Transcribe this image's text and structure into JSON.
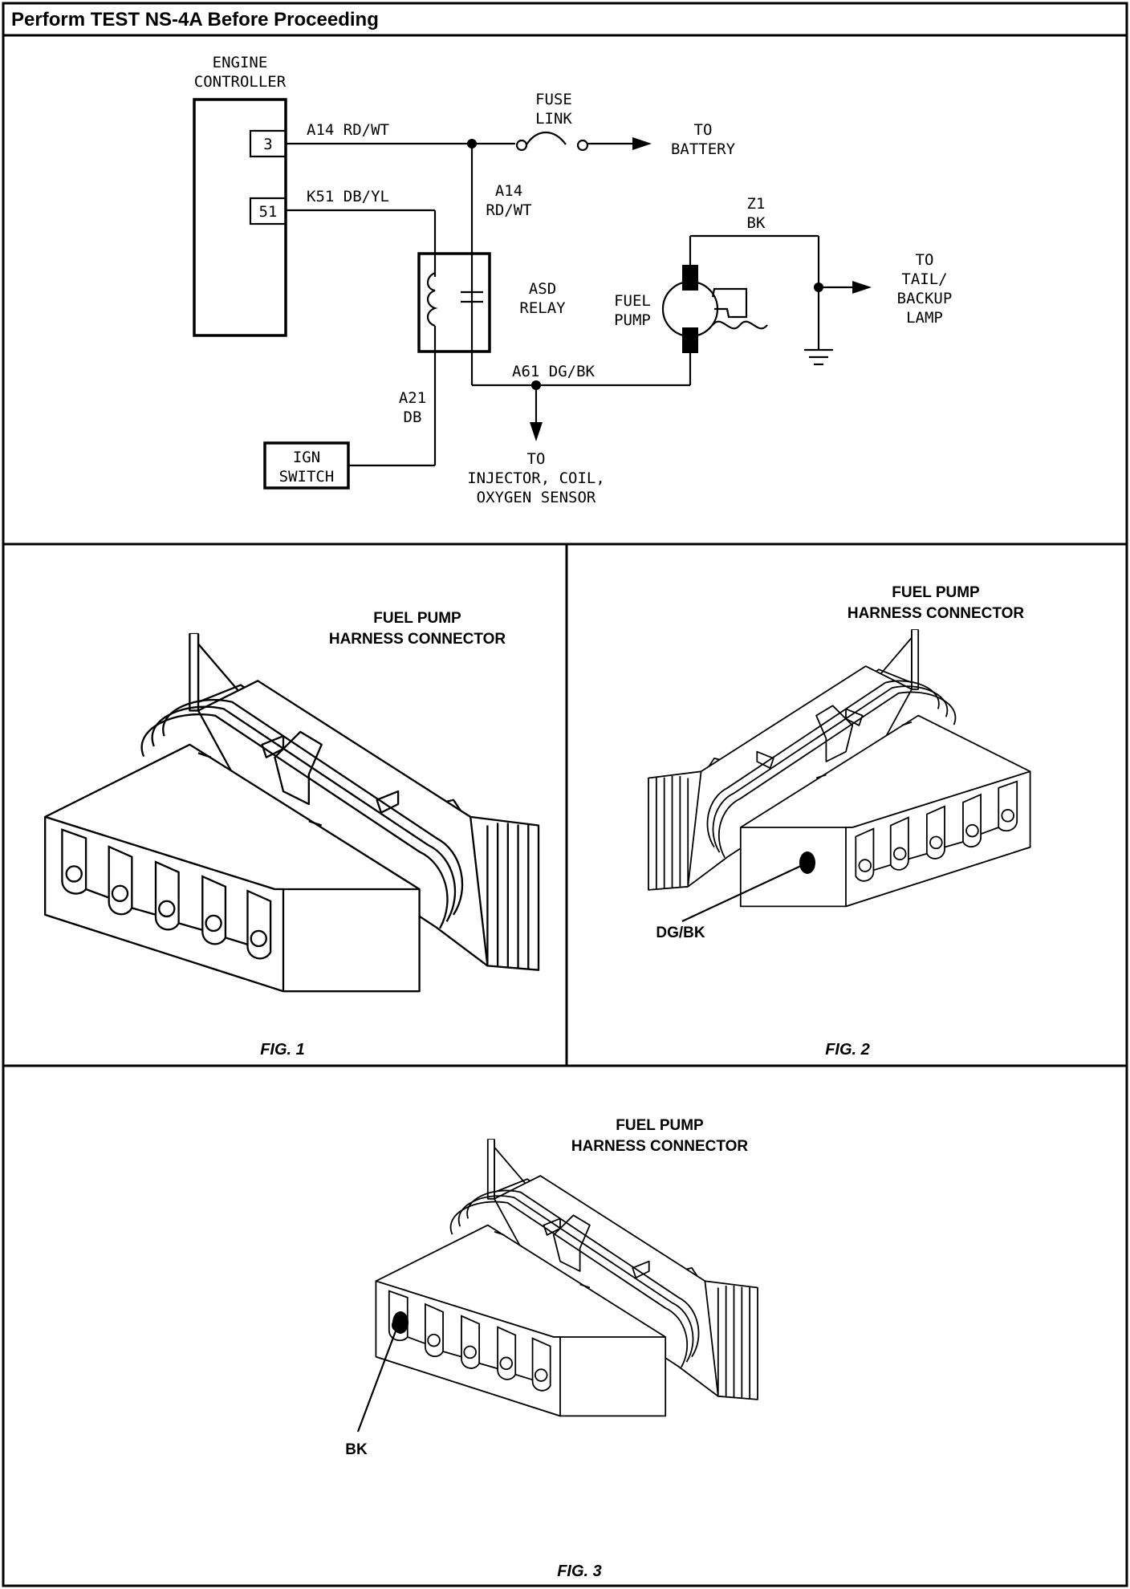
{
  "header": {
    "title": "Perform TEST NS-4A Before Proceeding"
  },
  "schematic": {
    "engine_controller": [
      "ENGINE",
      "CONTROLLER"
    ],
    "pin_3": "3",
    "pin_51": "51",
    "wire_a14_top": "A14 RD/WT",
    "wire_k51": "K51 DB/YL",
    "wire_a14_vertical": [
      "A14",
      "RD/WT"
    ],
    "fuse_link": [
      "FUSE",
      "LINK"
    ],
    "to_battery": [
      "TO",
      "BATTERY"
    ],
    "asd_relay": [
      "ASD",
      "RELAY"
    ],
    "fuel_pump": [
      "FUEL",
      "PUMP"
    ],
    "wire_z1": [
      "Z1",
      "BK"
    ],
    "to_tail_lamp": [
      "TO",
      "TAIL/",
      "BACKUP",
      "LAMP"
    ],
    "wire_a61": "A61 DG/BK",
    "wire_a21": [
      "A21",
      "DB"
    ],
    "ign_switch": [
      "IGN",
      "SWITCH"
    ],
    "to_injector": [
      "TO",
      "INJECTOR, COIL,",
      "OXYGEN SENSOR"
    ]
  },
  "figures": [
    {
      "title": [
        "FUEL PUMP",
        "HARNESS CONNECTOR"
      ],
      "caption": "FIG. 1",
      "callout": ""
    },
    {
      "title": [
        "FUEL PUMP",
        "HARNESS CONNECTOR"
      ],
      "caption": "FIG. 2",
      "callout": "DG/BK"
    },
    {
      "title": [
        "FUEL PUMP",
        "HARNESS CONNECTOR"
      ],
      "caption": "FIG. 3",
      "callout": "BK"
    }
  ]
}
